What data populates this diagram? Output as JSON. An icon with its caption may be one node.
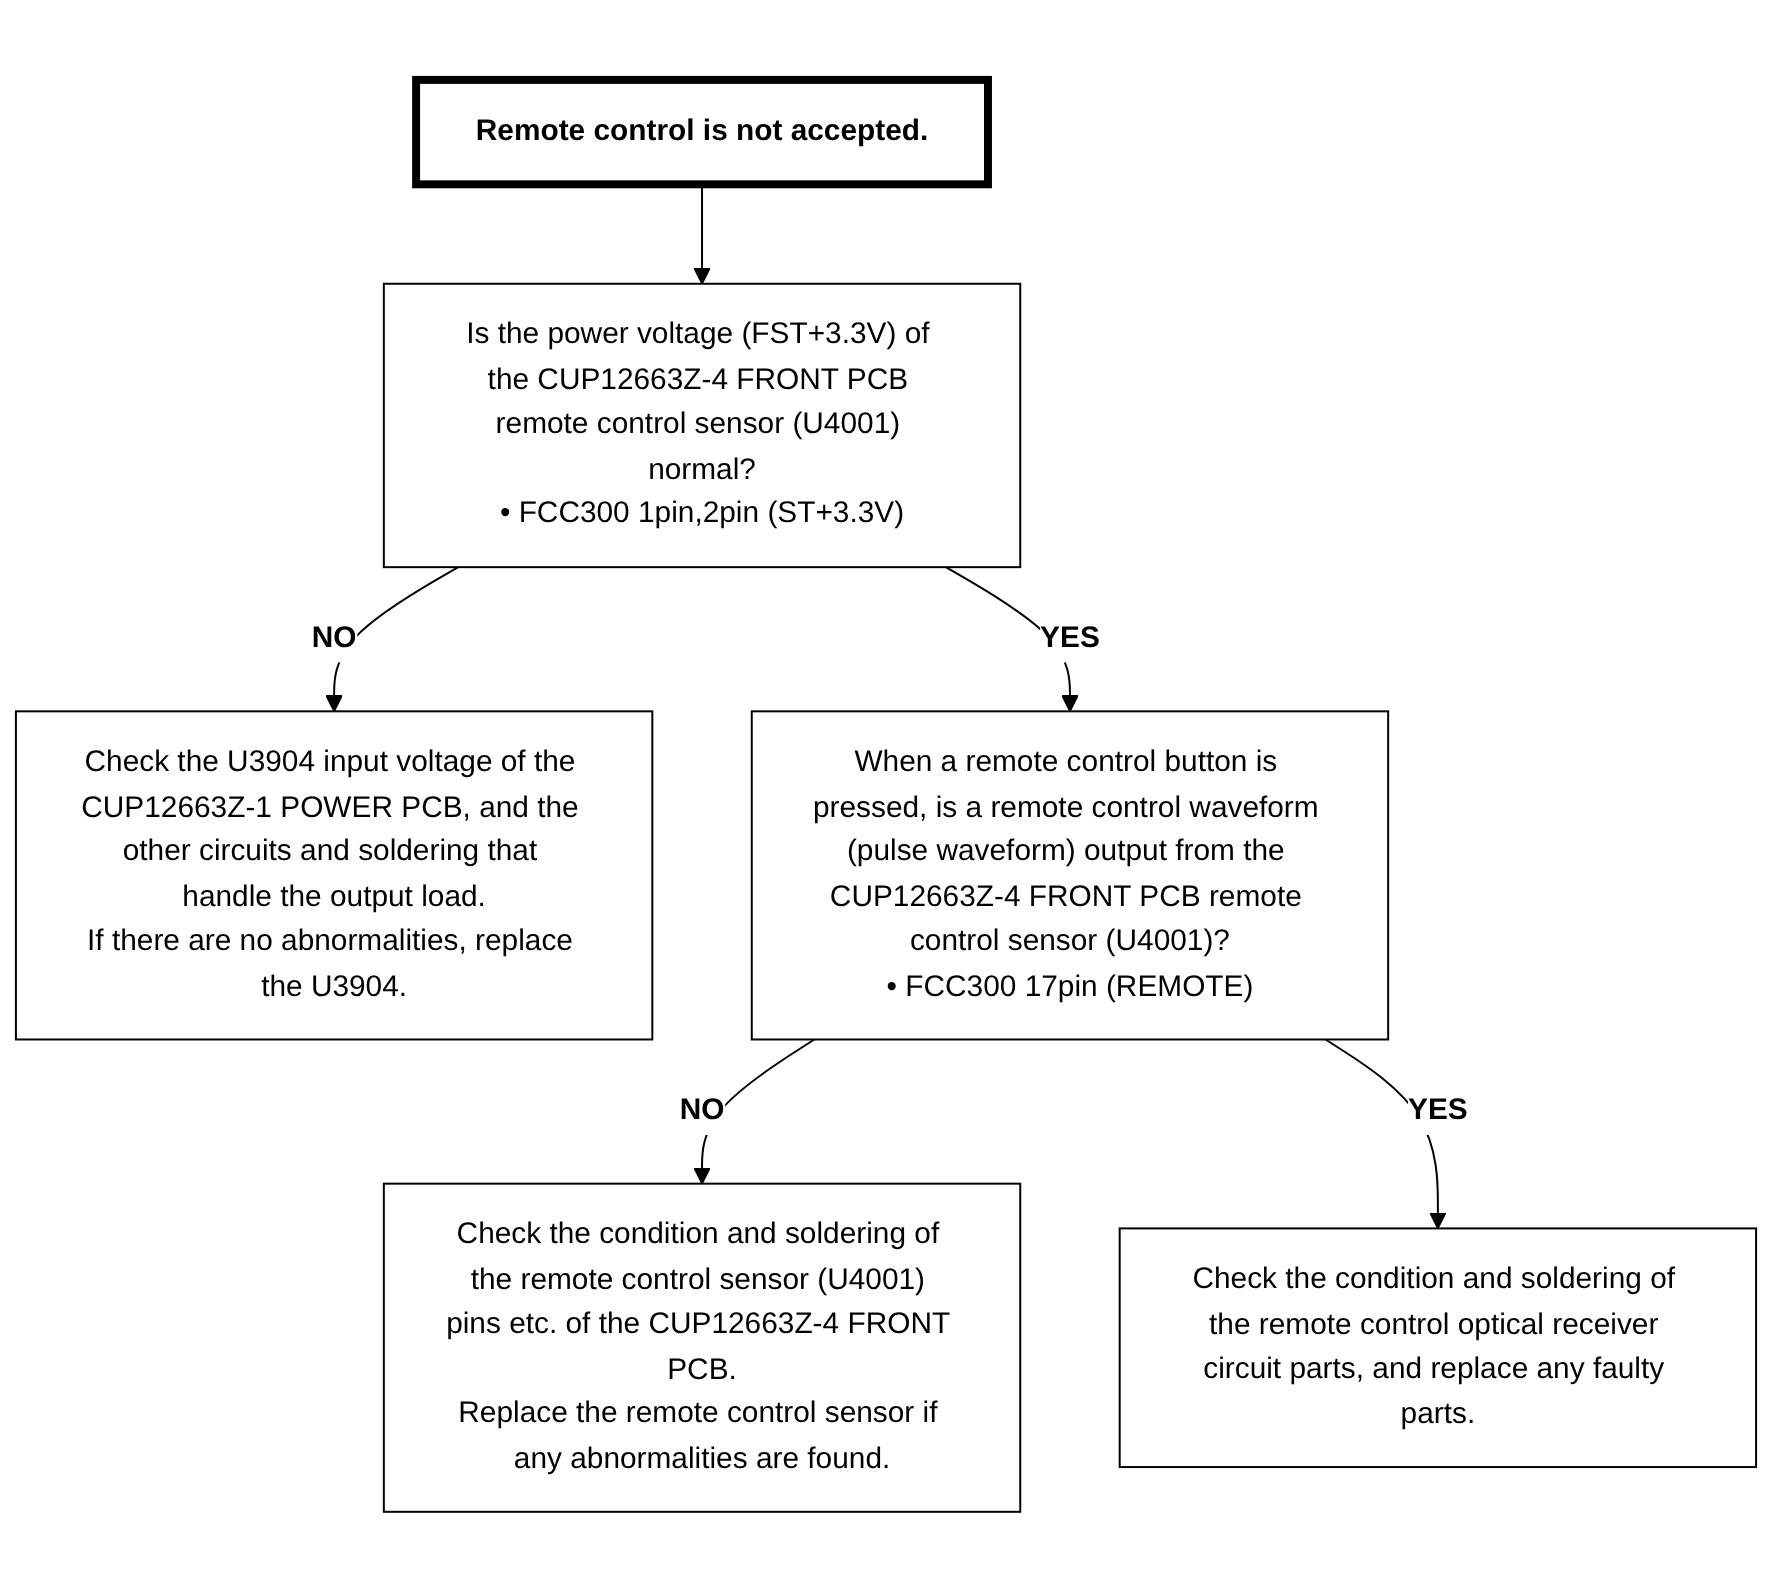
{
  "diagram": {
    "nodes": [
      {
        "text": [
          "Remote control is not accepted."
        ]
      },
      {
        "text": [
          "Is the power voltage (FST+3.3V) of the CUP12663Z-4 FRONT PCB remote control sensor (U4001) normal?",
          "• FCC300 1pin,2pin (ST+3.3V)"
        ]
      },
      {
        "text": [
          "Check the U3904 input voltage of the CUP12663Z-1 POWER PCB, and the other circuits and soldering that handle the output load.",
          "If there are no abnormalities, replace the U3904."
        ]
      },
      {
        "text": [
          "When a remote control button is pressed, is a remote control waveform (pulse waveform) output from the CUP12663Z-4 FRONT PCB remote control sensor (U4001)?",
          "• FCC300 17pin (REMOTE)"
        ]
      },
      {
        "text": [
          "Check the condition and soldering of the remote control sensor (U4001) pins etc. of the CUP12663Z-4 FRONT PCB.",
          "Replace the remote control sensor if any abnormalities are found."
        ]
      },
      {
        "text": [
          "Check the condition and soldering of the remote control optical receiver circuit parts, and replace any faulty parts."
        ]
      }
    ],
    "edges": [
      {
        "from": 0,
        "to": 1,
        "arrow": "to"
      },
      {
        "from": 1,
        "to": 2,
        "arrow": "to",
        "label": "NO"
      },
      {
        "from": 1,
        "to": 3,
        "arrow": "to",
        "label": "YES"
      },
      {
        "from": 3,
        "to": 4,
        "arrow": "to",
        "label": "NO"
      },
      {
        "from": 3,
        "to": 5,
        "arrow": "to",
        "label": "YES"
      }
    ]
  }
}
